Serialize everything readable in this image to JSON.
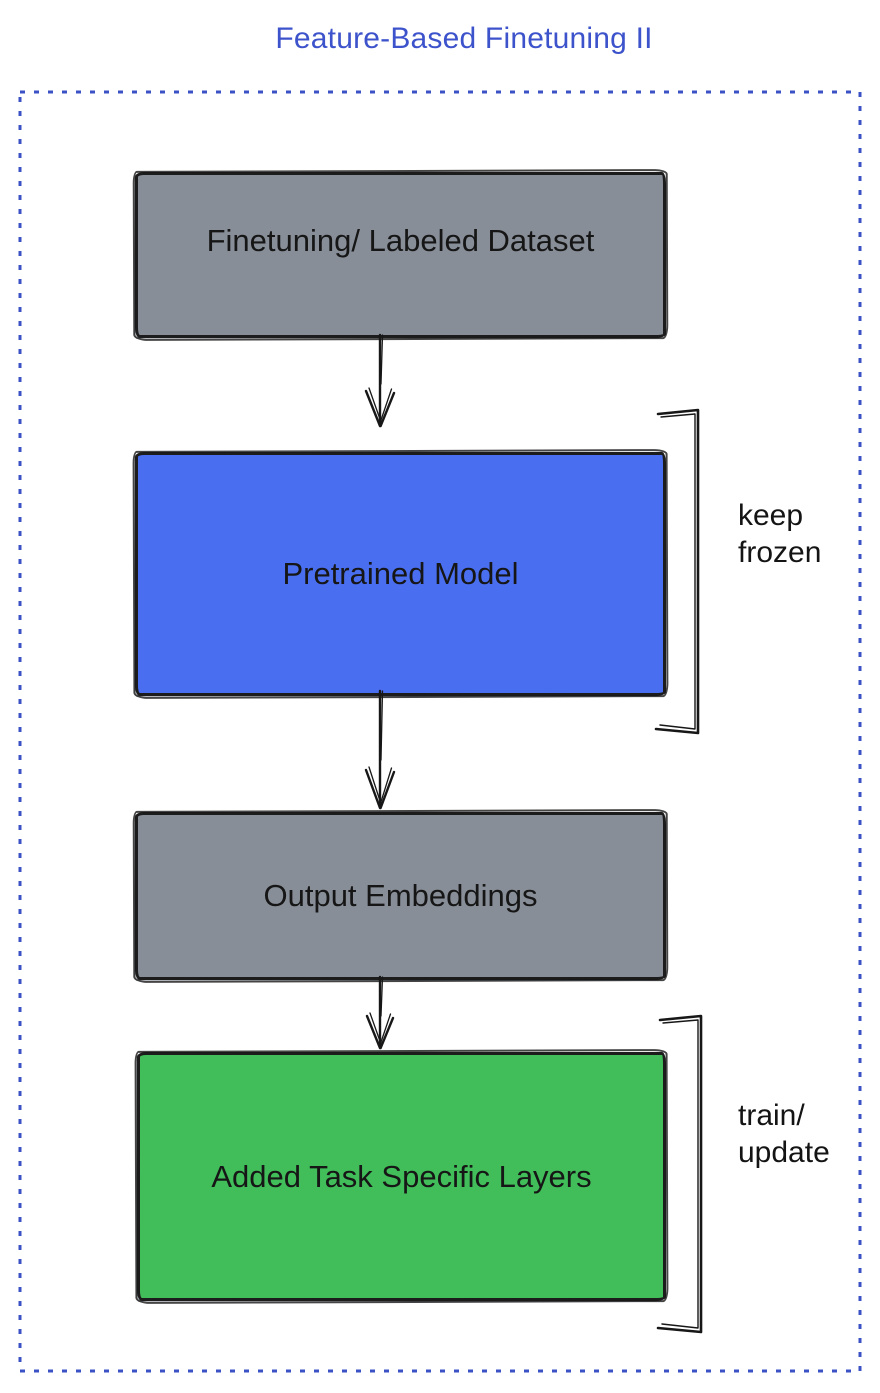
{
  "title": {
    "text": "Feature-Based Finetuning II",
    "color": "#3D53CB"
  },
  "frame": {
    "style": "dotted",
    "color": "#3B52C6"
  },
  "nodes": [
    {
      "id": "finetuning-dataset",
      "label": "Finetuning/ Labeled Dataset",
      "fill": "#878E98"
    },
    {
      "id": "pretrained-model",
      "label": "Pretrained Model",
      "fill": "#4A6EF0"
    },
    {
      "id": "output-embeddings",
      "label": "Output Embeddings",
      "fill": "#878E98"
    },
    {
      "id": "task-specific-layers",
      "label": "Added Task Specific Layers",
      "fill": "#41BD5A"
    }
  ],
  "connections": [
    {
      "from": "finetuning-dataset",
      "to": "pretrained-model",
      "type": "arrow-down"
    },
    {
      "from": "pretrained-model",
      "to": "output-embeddings",
      "type": "arrow-down"
    },
    {
      "from": "output-embeddings",
      "to": "task-specific-layers",
      "type": "arrow-down"
    }
  ],
  "annotations": [
    {
      "id": "keep-frozen",
      "target": "pretrained-model",
      "lines": [
        "keep",
        "frozen"
      ]
    },
    {
      "id": "train-update",
      "target": "task-specific-layers",
      "lines": [
        "train/",
        "update"
      ]
    }
  ]
}
